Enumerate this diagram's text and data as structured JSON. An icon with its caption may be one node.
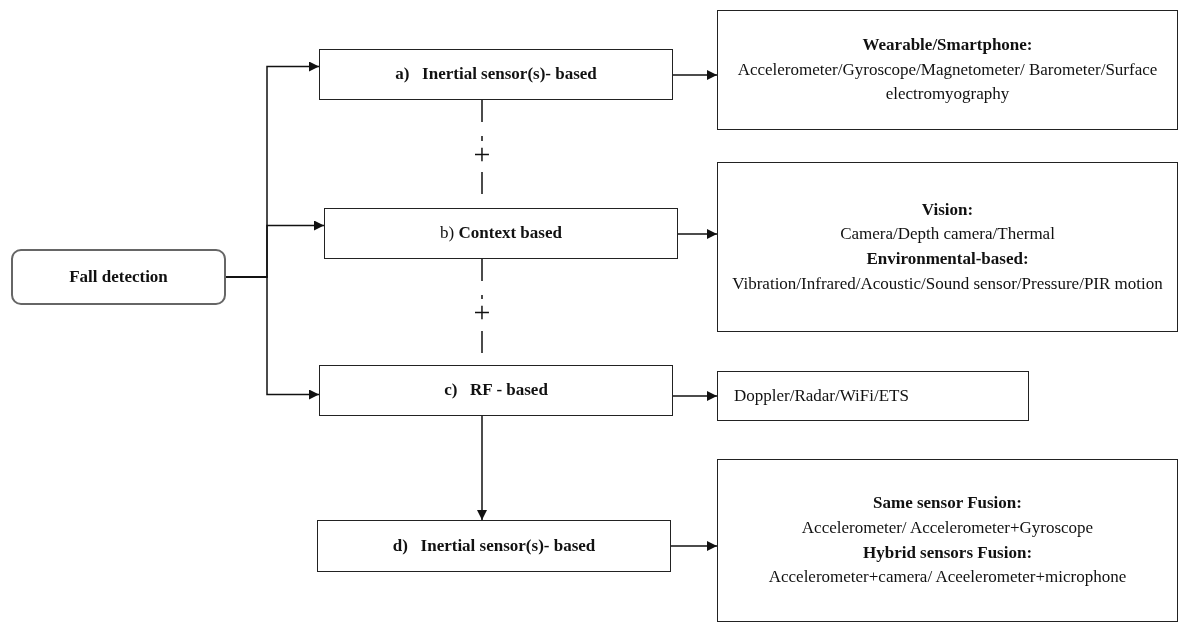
{
  "diagram": {
    "nodes": [
      {
        "text": [
          "Fall detection"
        ]
      },
      {
        "text": [
          "a)   Inertial sensor(s)- based"
        ]
      },
      {
        "text": [
          "b) **Context based**"
        ]
      },
      {
        "text": [
          "c)   RF - based"
        ]
      },
      {
        "text": [
          "d)   Inertial sensor(s)- based"
        ]
      },
      {
        "text": [
          "Wearable/Smartphone:",
          "Accelerometer/Gyroscope/Magnetometer/ Barometer/Surface electromyography"
        ]
      },
      {
        "text": [
          "Vision:",
          "Camera/Depth camera/Thermal",
          "Environmental-based:",
          "Vibration/Infrared/Acoustic/Sound sensor/Pressure/PIR motion"
        ]
      },
      {
        "text": [
          "Doppler/Radar/WiFi/ETS"
        ]
      },
      {
        "text": [
          "Same sensor Fusion:",
          "Accelerometer/ Accelerometer+Gyroscope",
          "Hybrid sensors Fusion:",
          "Accelerometer+camera/ Aceelerometer+microphone"
        ]
      }
    ],
    "edges": [
      {
        "from": 0,
        "to": 1,
        "arrow": "to"
      },
      {
        "from": 0,
        "to": 2,
        "arrow": "to"
      },
      {
        "from": 0,
        "to": 3,
        "arrow": "to"
      },
      {
        "from": 1,
        "to": 2,
        "arrow": "none",
        "style": "dashed",
        "label": "+"
      },
      {
        "from": 2,
        "to": 3,
        "arrow": "none",
        "style": "dashed",
        "label": "+"
      },
      {
        "from": 3,
        "to": 4,
        "arrow": "to"
      },
      {
        "from": 1,
        "to": 5,
        "arrow": "to"
      },
      {
        "from": 2,
        "to": 6,
        "arrow": "to"
      },
      {
        "from": 3,
        "to": 7,
        "arrow": "to"
      },
      {
        "from": 4,
        "to": 8,
        "arrow": "to"
      }
    ]
  }
}
